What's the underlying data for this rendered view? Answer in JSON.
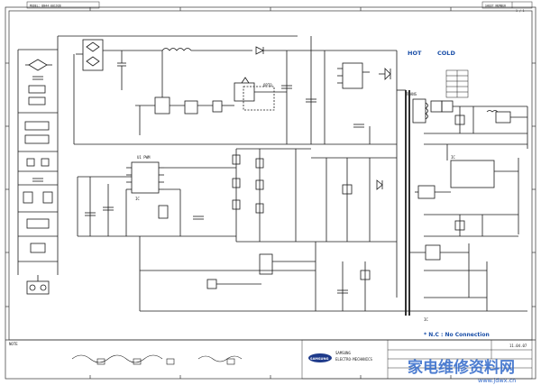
{
  "header": {
    "model_no": "MODEL: BN44-00192B",
    "sheet": "SHEET NUMBER",
    "page": "1 / 1"
  },
  "labels": {
    "hot": "HOT",
    "cold": "COLD",
    "nc": "* N.C : No Connection",
    "note": "NOTE"
  },
  "title_block": {
    "company": "SAMSUNG",
    "division": "ELECTRO-MECHANICS",
    "date": "11.04.07"
  },
  "watermark": {
    "cn": "家电维修资料网",
    "url": "www.jdwx.cn"
  },
  "colors": {
    "line": "#1a1a1a",
    "label_blue": "#1a4fa8",
    "watermark": "#2f67c9"
  }
}
